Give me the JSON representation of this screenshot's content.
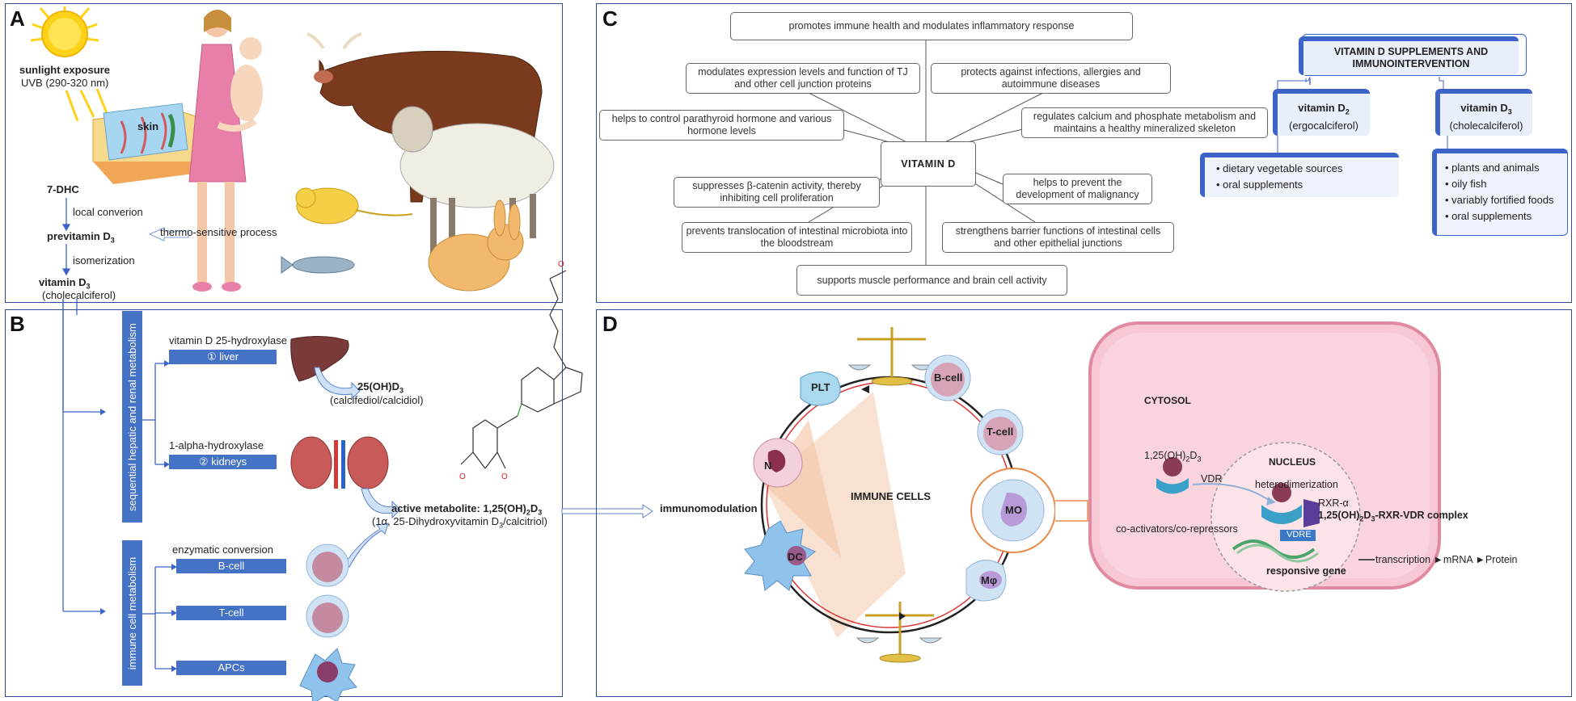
{
  "panels": {
    "a": "A",
    "b": "B",
    "c": "C",
    "d": "D"
  },
  "panel_a": {
    "sunlight_title": "sunlight exposure",
    "sunlight_uvb": "UVB (290-320 nm)",
    "skin": "skin",
    "dhc": "7-DHC",
    "local_conversion": "local converion",
    "previtamin": "previtamin D",
    "previtamin_sub": "3",
    "thermo": "thermo-sensitive process",
    "isomerization": "isomerization",
    "vitamin": "vitamin D",
    "vitamin_sub": "3",
    "cholecalciferol": "(cholecalciferol)"
  },
  "panel_b": {
    "vbar_top": "sequential hepatic and renal  metabolism",
    "vbar_bottom": "immune cell metabolism",
    "hydroxylase_25": "vitamin D 25-hydroxylase",
    "liver": "① liver",
    "calcifediol_main": "25(OH)D",
    "calcifediol_sub": "3",
    "calcifediol_note": "(calcifediol/calcidiol)",
    "alpha_hydroxylase": "1-alpha-hydroxylase",
    "kidneys": "② kidneys",
    "active_prefix": "active metabolite: 1,25(OH)",
    "active_sub1": "2",
    "active_d": "D",
    "active_sub2": "3",
    "active_note": "(1α, 25-Dihydroxyvitamin D",
    "active_note_sub": "3",
    "active_note_end": "/calcitriol)",
    "enzymatic": "enzymatic conversion",
    "cells": [
      "B-cell",
      "T-cell",
      "APCs"
    ]
  },
  "panel_c": {
    "center": "VITAMIN D",
    "effects": [
      "promotes immune health and modulates inflammatory response",
      "modulates expression levels and function of TJ and other cell junction proteins",
      "protects against infections, allergies and autoimmune diseases",
      "helps to control parathyroid hormone and various hormone levels",
      "regulates calcium and phosphate metabolism and maintains a healthy mineralized skeleton",
      "suppresses β-catenin activity, thereby inhibiting cell proliferation",
      "helps to prevent the development of malignancy",
      "prevents translocation of intestinal microbiota into the bloodstream",
      "strengthens barrier functions of intestinal cells and other epithelial junctions",
      "supports muscle performance and brain cell activity"
    ],
    "supplements_title": "VITAMIN D SUPPLEMENTS AND IMMUNOINTERVENTION",
    "d2": "vitamin D",
    "d2_sub": "2",
    "d2_note": "(ergocalciferol)",
    "d3": "vitamin D",
    "d3_sub": "3",
    "d3_note": "(cholecalciferol)",
    "d2_sources": [
      "dietary vegetable sources",
      "oral supplements"
    ],
    "d3_sources": [
      "plants and animals",
      "oily fish",
      "variably fortified foods",
      "oral supplements"
    ]
  },
  "panel_d": {
    "immunomodulation": "immunomodulation",
    "immune_cells": "IMMUNE CELLS",
    "cells": [
      "PLT",
      "B-cell",
      "T-cell",
      "MO",
      "Mφ",
      "DC",
      "N"
    ],
    "cytosol": "CYTOSOL",
    "nucleus": "NUCLEUS",
    "ligand": "1,25(OH)",
    "ligand_sub1": "2",
    "ligand_d": "D",
    "ligand_sub2": "3",
    "vdr": "VDR",
    "heterodimerization": "heterodimerization",
    "rxr": "RXR-α",
    "complex_prefix": "1,25(OH)",
    "complex_sub1": "2",
    "complex_d": "D",
    "complex_sub2": "3",
    "complex_end": "-RXR-VDR complex",
    "coactivators": "co-activators/co-repressors",
    "vdre": "VDRE",
    "transcription": "transcription ►mRNA ►Protein",
    "responsive_gene": "responsive gene"
  }
}
